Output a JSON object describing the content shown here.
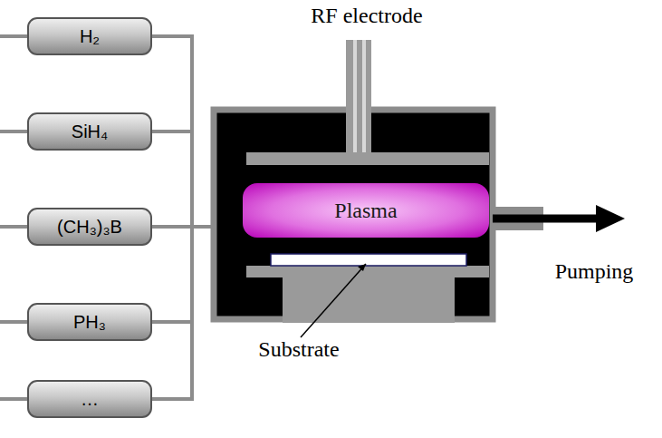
{
  "diagram": {
    "nodes": [
      {
        "text": [
          "H₂"
        ]
      },
      {
        "text": [
          "SiH₄"
        ]
      },
      {
        "text": [
          "(CH₃)₃B"
        ]
      },
      {
        "text": [
          "PH₃"
        ]
      },
      {
        "text": [
          "…"
        ]
      },
      {
        "text": [
          "Plasma"
        ]
      }
    ],
    "labels": [
      "RF electrode",
      "Pumping",
      "Substrate"
    ]
  }
}
